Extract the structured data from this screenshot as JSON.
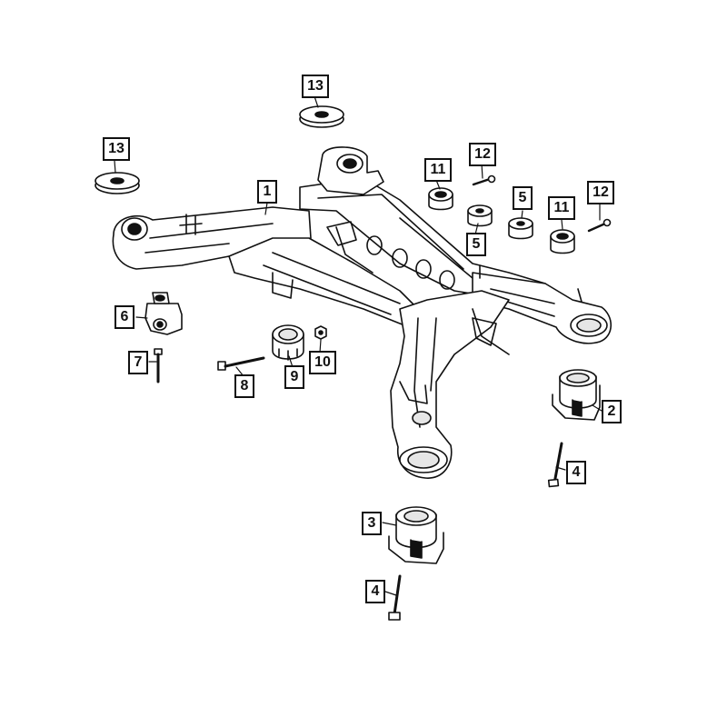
{
  "callouts": {
    "c1": "1",
    "c2": "2",
    "c3": "3",
    "c4a": "4",
    "c4b": "4",
    "c5a": "5",
    "c5b": "5",
    "c6": "6",
    "c7": "7",
    "c8": "8",
    "c9": "9",
    "c10": "10",
    "c11a": "11",
    "c11b": "11",
    "c12a": "12",
    "c12b": "12",
    "c13a": "13",
    "c13b": "13"
  },
  "colors": {
    "ink": "#111111",
    "paper": "#ffffff",
    "shade": "#e6e6e6"
  },
  "parts": [
    "crossmember-frame",
    "rear-bushing",
    "front-bushing",
    "bushing-bolt",
    "spacer-bushing",
    "bracket",
    "bracket-bolt",
    "damper-bolt",
    "damper",
    "nut",
    "arm-bushing",
    "arm-bolt",
    "isolator-washer"
  ]
}
